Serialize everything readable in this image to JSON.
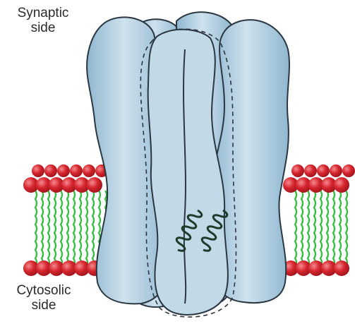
{
  "labels": {
    "synaptic": [
      "Synaptic",
      "side"
    ],
    "cytosolic": [
      "Cytosolic",
      "side"
    ]
  },
  "colors": {
    "lipid_head": "#d6252e",
    "lipid_head_highlight": "#f06a6f",
    "lipid_tail": "#2fbf3a",
    "channel_fill": "#a8c7da",
    "channel_light": "#cfe2ee",
    "channel_stroke": "#2a3640",
    "helix": "#1f3a2a"
  }
}
